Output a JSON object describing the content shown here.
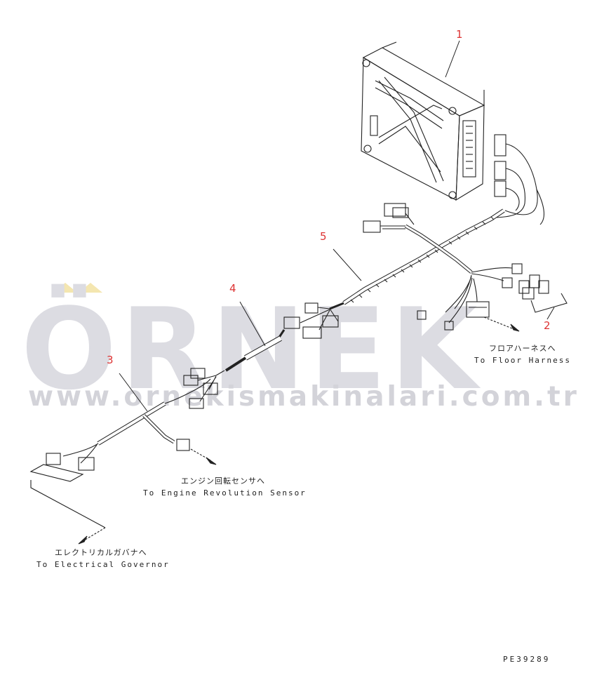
{
  "watermark": {
    "brand": "ÖRNEK",
    "url": "www.ornekismakinalari.com.tr"
  },
  "callouts": [
    "1",
    "2",
    "3",
    "4",
    "5"
  ],
  "labels": {
    "floor_jp": "フロアハーネスへ",
    "floor_en": "To Floor Harness",
    "engine_jp": "エンジン回転センサへ",
    "engine_en": "To Engine Revolution Sensor",
    "governor_jp": "エレクトリカルガバナへ",
    "governor_en": "To Electrical Governor"
  },
  "drawing_code": "PE39289",
  "colors": {
    "line": "#222222",
    "callout": "#dd3333",
    "watermark": "#dcdce2",
    "watermark_accent": "#f4e6b0"
  }
}
